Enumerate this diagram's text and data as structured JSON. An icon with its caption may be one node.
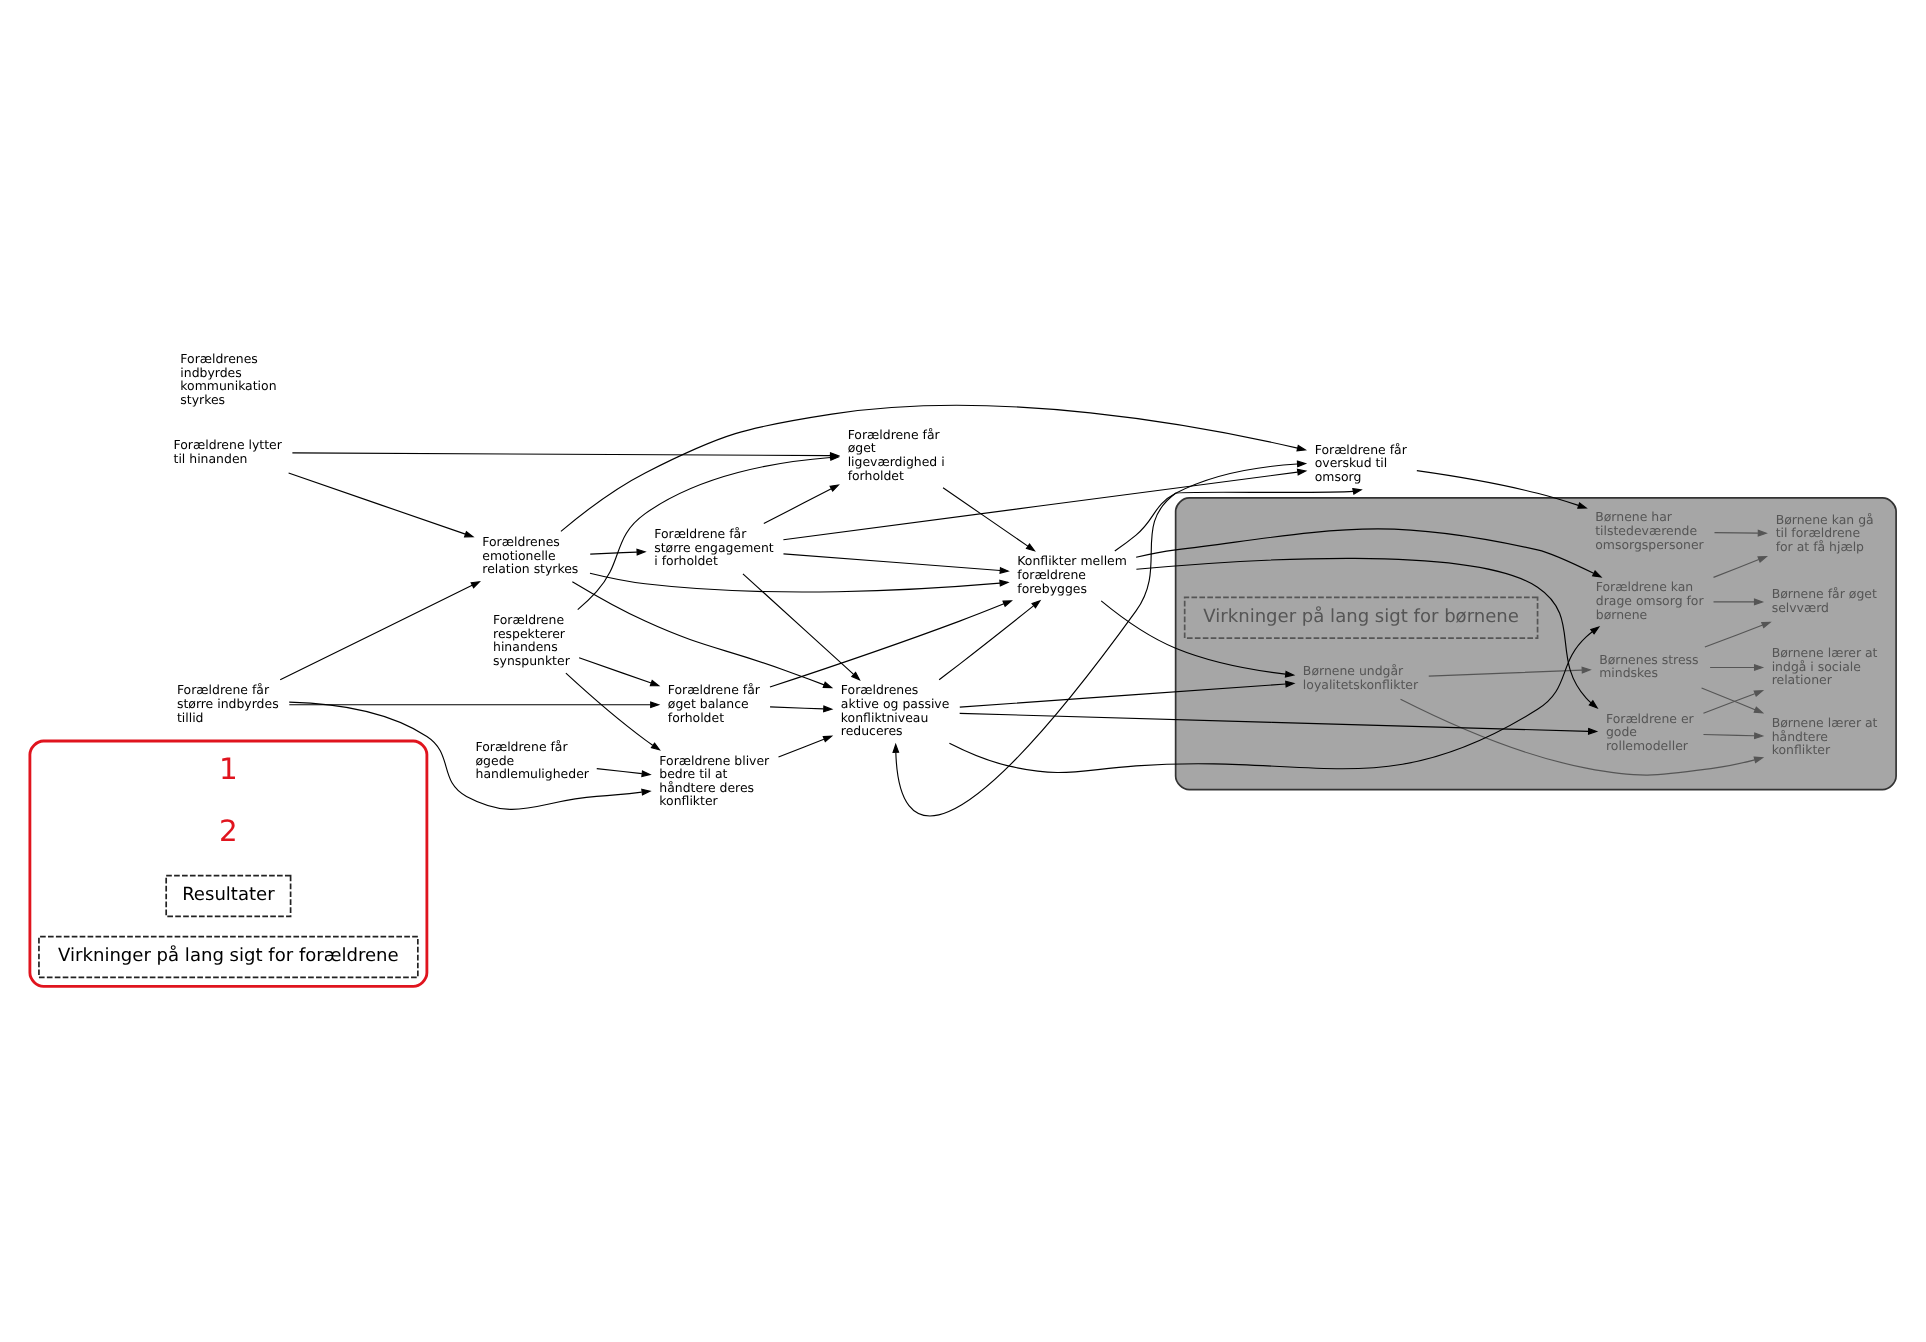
{
  "diagram": {
    "nodes": [
      {
        "text": [],
        "shape": "ellipse"
      },
      {
        "text": [
          "Resultater"
        ],
        "in": 0
      },
      {
        "text": [
          "Virkninger på lang sigt for forældrene"
        ],
        "in": 0
      },
      {
        "text": [],
        "shape": "box"
      },
      {
        "text": [
          "Virkninger på lang sigt for børnene"
        ],
        "in": 3
      },
      {
        "text": [
          "Forældrene får øgede handlemuligheder"
        ]
      },
      {
        "text": [
          "Forældrene får større indbyrdes tillid"
        ]
      },
      {
        "text": [
          "Forældrene respekterer hinandens synspunkter"
        ]
      },
      {
        "text": [
          "Forældrenes indbyrdes kommunikation styrkes"
        ]
      },
      {
        "text": [
          "Forældrene lytter til hinanden"
        ]
      },
      {
        "text": [
          "Forældrene bliver bedre til at  håndtere deres konflikter"
        ]
      },
      {
        "text": [
          "Forældrene får øget balance forholdet"
        ]
      },
      {
        "text": [
          "Forældrenes emotionelle relation styrkes"
        ]
      },
      {
        "text": [
          "Forældrene får større engagement i forholdet"
        ]
      },
      {
        "text": [
          "Forældrene får øget ligeværdighed i forholdet"
        ]
      },
      {
        "text": [
          "Forældrenes aktive og passive konfliktniveau reduceres"
        ]
      },
      {
        "text": [
          "Konflikter mellem forældrene forebygges"
        ]
      },
      {
        "text": [
          "Forældrene får overskud til omsorg"
        ]
      },
      {
        "text": [
          "Børnene undgår loyalitetskonflikter"
        ],
        "in": 3
      },
      {
        "text": [
          "Forældrene er gode rollemodeller"
        ],
        "in": 3
      },
      {
        "text": [
          "Forældrene kan drage omsorg for børnene"
        ],
        "in": 3
      },
      {
        "text": [
          "Børnene har tilstedeværende omsorgspersoner"
        ],
        "in": 3
      },
      {
        "text": [
          "Børnenes stress mindskes"
        ],
        "in": 3
      },
      {
        "text": [
          "Børnene lærer at indgå i sociale relationer"
        ],
        "in": 3
      },
      {
        "text": [
          "Børnene lærer at håndtere konflikter"
        ],
        "in": 3
      },
      {
        "text": [
          "Børnene får øget selvværd"
        ],
        "in": 3
      },
      {
        "text": [
          "Børnene kan gå til forældrene for at få hjælp"
        ],
        "in": 3
      }
    ],
    "edges": [
      {
        "from": 5,
        "to": 10,
        "arrow": "to"
      },
      {
        "from": 6,
        "to": 10,
        "arrow": "to"
      },
      {
        "from": 6,
        "to": 11,
        "arrow": "to"
      },
      {
        "from": 6,
        "to": 12,
        "arrow": "to"
      },
      {
        "from": 7,
        "to": 10,
        "arrow": "to"
      },
      {
        "from": 7,
        "to": 11,
        "arrow": "to"
      },
      {
        "from": 7,
        "to": 14,
        "arrow": "to"
      },
      {
        "from": 9,
        "to": 12,
        "arrow": "to"
      },
      {
        "from": 9,
        "to": 14,
        "arrow": "to"
      },
      {
        "from": 12,
        "to": 13,
        "arrow": "to"
      },
      {
        "from": 13,
        "to": 14,
        "arrow": "to"
      },
      {
        "from": 10,
        "to": 15,
        "arrow": "to"
      },
      {
        "from": 11,
        "to": 15,
        "arrow": "to"
      },
      {
        "from": 11,
        "to": 16,
        "arrow": "to"
      },
      {
        "from": 12,
        "to": 15,
        "arrow": "to"
      },
      {
        "from": 12,
        "to": 16,
        "arrow": "to"
      },
      {
        "from": 12,
        "to": 17,
        "arrow": "to"
      },
      {
        "from": 13,
        "to": 15,
        "arrow": "to"
      },
      {
        "from": 13,
        "to": 16,
        "arrow": "to"
      },
      {
        "from": 13,
        "to": 17,
        "arrow": "to"
      },
      {
        "from": 14,
        "to": 16,
        "arrow": "to"
      },
      {
        "from": 17,
        "to": 15,
        "arrow": "both"
      },
      {
        "from": 15,
        "to": 16,
        "arrow": "to"
      },
      {
        "from": 16,
        "to": 17,
        "arrow": "to"
      },
      {
        "from": 15,
        "to": 18,
        "arrow": "to"
      },
      {
        "from": 15,
        "to": 19,
        "arrow": "to"
      },
      {
        "from": 15,
        "to": 20,
        "arrow": "to"
      },
      {
        "from": 16,
        "to": 18,
        "arrow": "to"
      },
      {
        "from": 16,
        "to": 19,
        "arrow": "to"
      },
      {
        "from": 16,
        "to": 20,
        "arrow": "to"
      },
      {
        "from": 17,
        "to": 21,
        "arrow": "to"
      },
      {
        "from": 18,
        "to": 22,
        "arrow": "to",
        "color": "#555555"
      },
      {
        "from": 18,
        "to": 24,
        "arrow": "to",
        "color": "#555555"
      },
      {
        "from": 19,
        "to": 23,
        "arrow": "to",
        "color": "#555555"
      },
      {
        "from": 19,
        "to": 24,
        "arrow": "to",
        "color": "#555555"
      },
      {
        "from": 22,
        "to": 23,
        "arrow": "to",
        "color": "#555555"
      },
      {
        "from": 22,
        "to": 24,
        "arrow": "to",
        "color": "#555555"
      },
      {
        "from": 22,
        "to": 25,
        "arrow": "to",
        "color": "#555555"
      },
      {
        "from": 20,
        "to": 25,
        "arrow": "to",
        "color": "#555555"
      },
      {
        "from": 20,
        "to": 26,
        "arrow": "to",
        "color": "#555555"
      },
      {
        "from": 21,
        "to": 26,
        "arrow": "to",
        "color": "#555555"
      }
    ],
    "labels": [
      "1",
      "2"
    ]
  }
}
